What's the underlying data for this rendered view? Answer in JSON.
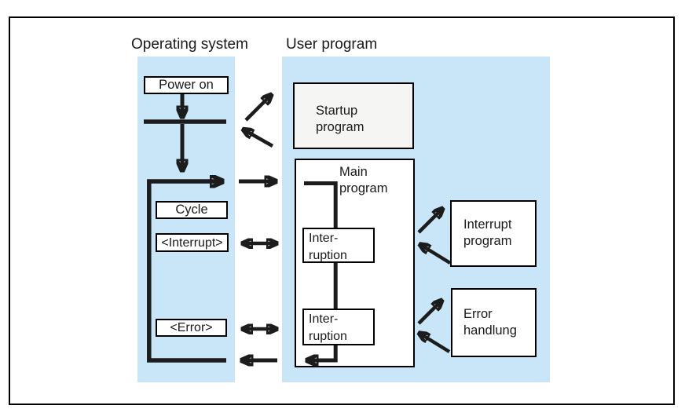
{
  "os_column": {
    "title": "Operating system",
    "power_on": "Power on",
    "cycle": "Cycle",
    "interrupt": "<Interrupt>",
    "error": "<Error>"
  },
  "user_column": {
    "title": "User program",
    "startup_program": "Startup\nprogram",
    "main_program": "Main\nprogram",
    "interruption_top": "Inter-\nruption",
    "interruption_bottom": "Inter-\nruption",
    "interrupt_program": "Interrupt\nprogram",
    "error_handling": "Error\nhandlung"
  },
  "colors": {
    "column_bg": "#c9e6f8",
    "box_bg": "#ffffff",
    "startup_box_bg": "#f5f5f4",
    "line": "#1c1c1c",
    "frame_border": "#000000",
    "page_bg": "#ffffff"
  }
}
